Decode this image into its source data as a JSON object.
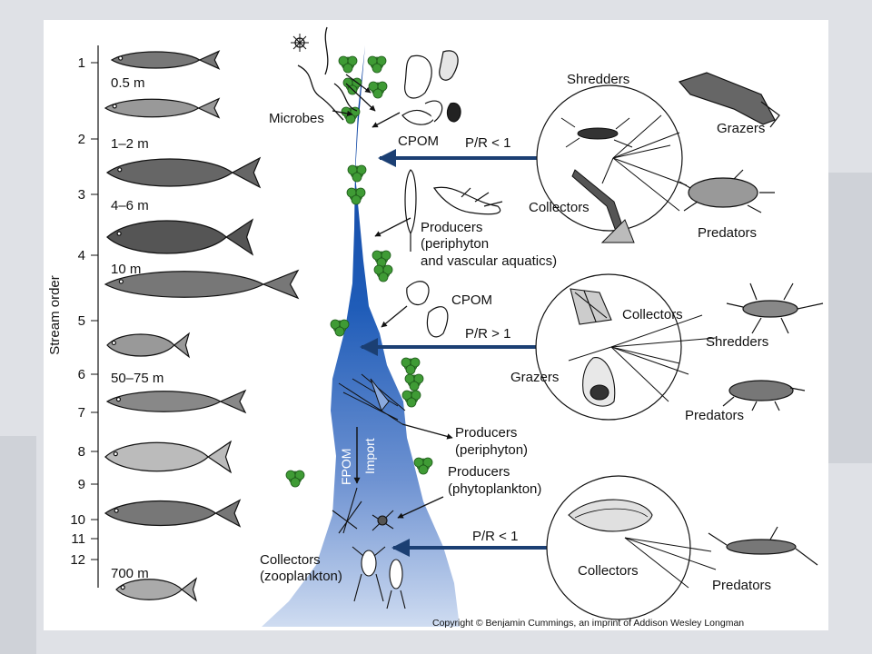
{
  "axis": {
    "title": "Stream order",
    "ticks": [
      "1",
      "2",
      "3",
      "4",
      "5",
      "6",
      "7",
      "8",
      "9",
      "10",
      "11",
      "12"
    ]
  },
  "widths": [
    "0.5 m",
    "1–2 m",
    "4–6 m",
    "10 m",
    "50–75 m",
    "700 m"
  ],
  "upper": {
    "microbes": "Microbes",
    "cpom": "CPOM",
    "pr": "P/R < 1",
    "producers": [
      "Producers",
      "(periphyton",
      "and vascular aquatics)"
    ],
    "circle": {
      "shredders": "Shredders",
      "grazers": "Grazers",
      "collectors": "Collectors",
      "predators": "Predators"
    }
  },
  "middle": {
    "cpom": "CPOM",
    "pr": "P/R > 1",
    "producers": [
      "Producers",
      "(periphyton)"
    ],
    "fpom": "FPOM",
    "import": "Import",
    "circle": {
      "collectors": "Collectors",
      "shredders": "Shredders",
      "grazers": "Grazers",
      "predators": "Predators"
    }
  },
  "lower": {
    "producers": [
      "Producers",
      "(phytoplankton)"
    ],
    "pr": "P/R < 1",
    "collectors": [
      "Collectors",
      "(zooplankton)"
    ],
    "circle": {
      "collectors": "Collectors",
      "predators": "Predators"
    }
  },
  "copyright": "Copyright © Benjamin Cummings, an imprint of Addison Wesley Longman",
  "colors": {
    "stream_dark": "#0d3f9c",
    "stream_light": "#c9d7ef",
    "arrow": "#1b3f73",
    "moss": "#3f9b35"
  }
}
